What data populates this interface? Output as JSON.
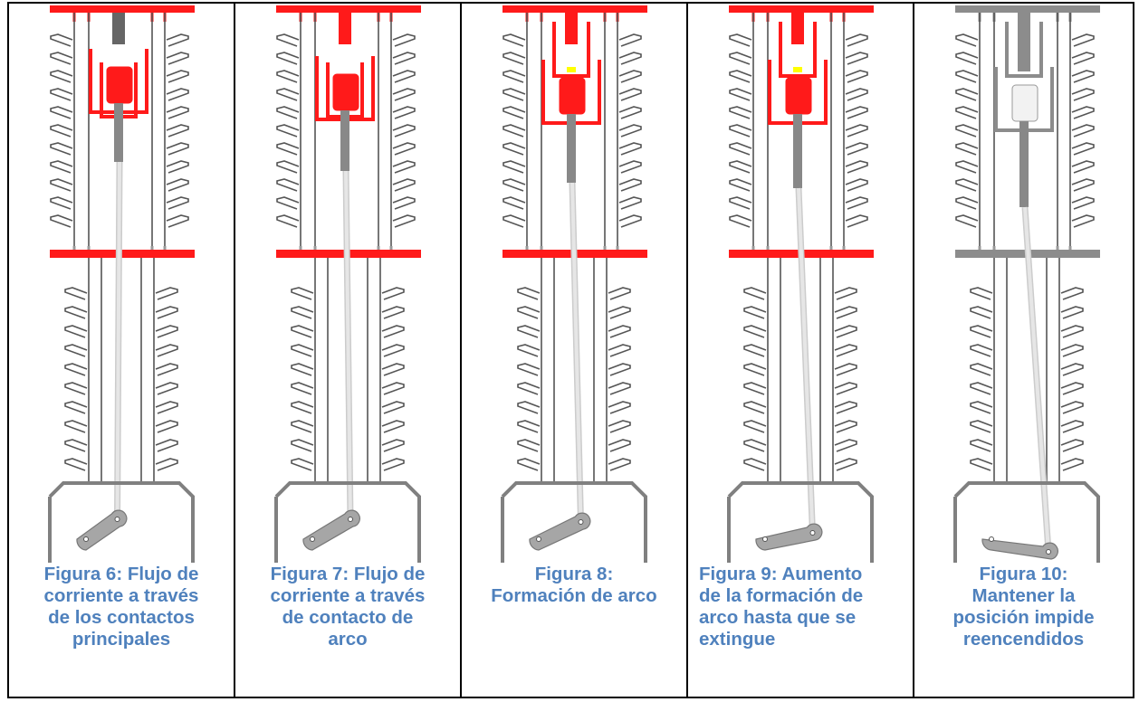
{
  "panels": [
    {
      "caption": "Figura 6: Flujo de\ncorriente a través\nde los contactos\nprincipales",
      "state": "main-contacts",
      "active_color": "#ff1a1a",
      "arc": false
    },
    {
      "caption": "Figura 7: Flujo de\ncorriente a través\nde contacto de\narco",
      "state": "arc-contact",
      "active_color": "#ff1a1a",
      "arc": false
    },
    {
      "caption": "Figura 8:\nFormación de arco",
      "state": "arc-forming",
      "active_color": "#ff1a1a",
      "arc": true
    },
    {
      "caption": "Figura 9: Aumento\nde la formación de\narco hasta que se\nextingue",
      "state": "arc-growing",
      "active_color": "#ff1a1a",
      "arc": true
    },
    {
      "caption": "Figura 10:\nMantener la\nposición impide\nreencendidos",
      "state": "open",
      "active_color": "#8c8c8c",
      "arc": false
    }
  ],
  "colors": {
    "border": "#000000",
    "caption": "#4f81bd",
    "insulator": "#555555",
    "mechanism": "#808080",
    "rod": "#e6e6e6",
    "arc": "#ffff00"
  }
}
